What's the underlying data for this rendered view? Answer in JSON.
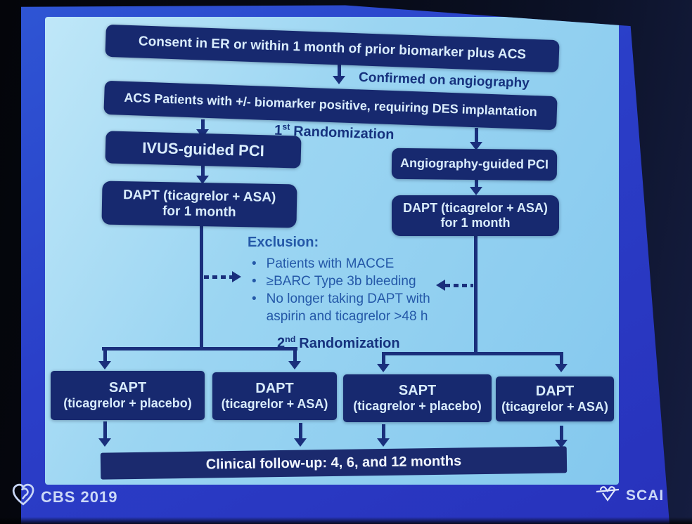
{
  "colors": {
    "slide_bg_b": "#9bd5f2",
    "box_navy": "#17296f",
    "line_navy": "#1a2f7c",
    "text_light": "#d9ecfc",
    "text_navy": "#16327e",
    "exclusion_blue": "#2458a8",
    "frame_blue_b": "#2a3ec8",
    "footer_text": "#ccd9f7"
  },
  "icons": {
    "cbs": "heart-swirl-icon",
    "scai": "heart-swoosh-icon"
  },
  "flow": {
    "consent": "Consent in ER or within 1 month of prior biomarker plus ACS",
    "confirmed": "Confirmed on angiography",
    "acs": "ACS Patients with +/- biomarker positive, requiring DES implantation",
    "rand1": {
      "num": "1",
      "sup": "st",
      "word": "Randomization"
    },
    "ivus": "IVUS-guided PCI",
    "angio": "Angiography-guided PCI",
    "dapt1m": {
      "line1": "DAPT (ticagrelor + ASA)",
      "line2": "for 1 month"
    },
    "exclusion": {
      "title": "Exclusion:",
      "bullet": "•",
      "items": [
        "Patients with MACCE",
        "≥BARC Type 3b bleeding",
        "No longer taking DAPT with aspirin and ticagrelor >48 h"
      ]
    },
    "rand2": {
      "num": "2",
      "sup": "nd",
      "word": "Randomization"
    },
    "arms": {
      "sapt": {
        "line1": "SAPT",
        "line2": "(ticagrelor + placebo)"
      },
      "dapt": {
        "line1": "DAPT",
        "line2": "(ticagrelor + ASA)"
      }
    },
    "followup": "Clinical follow-up: 4, 6, and 12 months"
  },
  "footer": {
    "cbs": "CBS 2019",
    "scai": "SCAI"
  }
}
